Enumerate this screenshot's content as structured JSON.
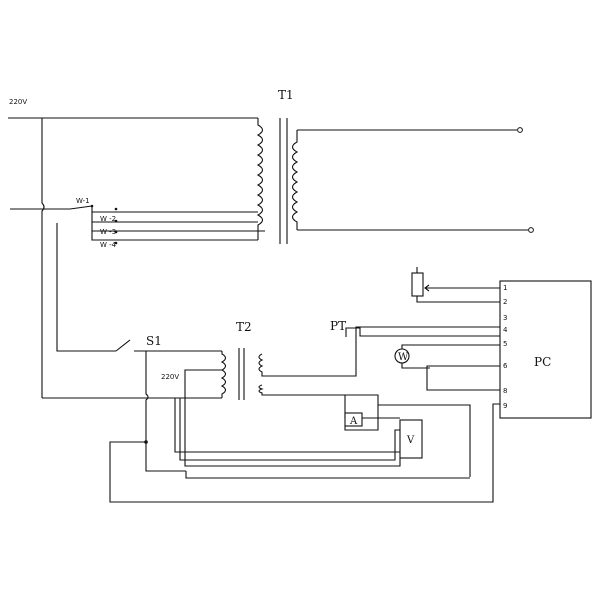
{
  "labels": {
    "supply_top": "220V",
    "t1": "T1",
    "t2": "T2",
    "s1": "S1",
    "pt": "PT",
    "supply_t2": "220V",
    "pc": "PC",
    "ammeter": "A",
    "voltmeter": "V",
    "wattmeter": "W"
  },
  "taps": [
    "W-1",
    "W -2",
    "W -3",
    "W -4"
  ],
  "pc_pins": [
    "1",
    "2",
    "3",
    "4",
    "5",
    "6",
    "8",
    "9"
  ]
}
